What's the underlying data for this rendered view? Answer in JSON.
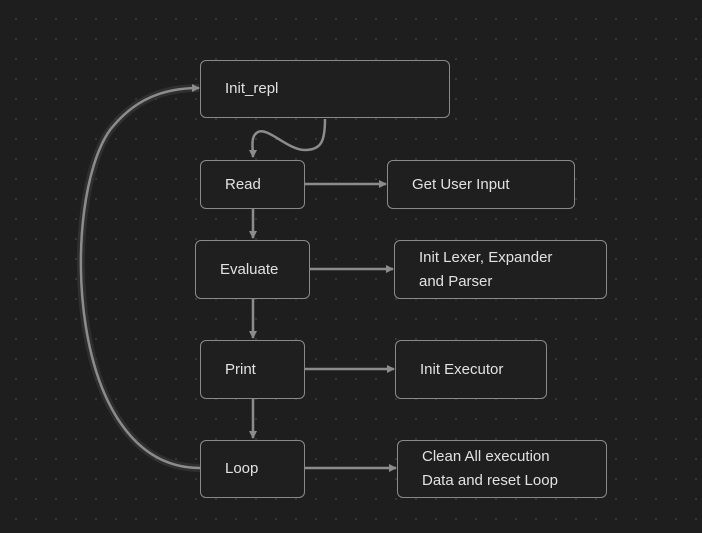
{
  "canvas": {
    "background": "#1e1e1e",
    "node_border": "#8a8a8a",
    "edge_color": "#8c8c8c",
    "text_color": "#e2e2e2"
  },
  "nodes": {
    "init_repl": "Init_repl",
    "read": "Read",
    "get_user_input": "Get User Input",
    "evaluate": "Evaluate",
    "init_lexer": "Init Lexer, Expander\nand Parser",
    "print": "Print",
    "init_executor": "Init Executor",
    "loop": "Loop",
    "clean_all": "Clean All execution\nData and reset Loop"
  }
}
